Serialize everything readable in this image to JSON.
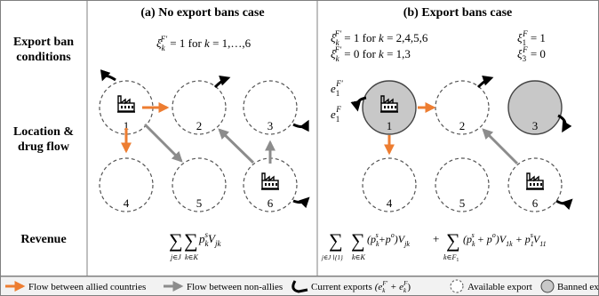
{
  "row_labels": {
    "export_ban_line1": "Export ban",
    "export_ban_line2": "conditions",
    "location_line1": "Location &",
    "location_line2": "drug flow",
    "revenue": "Revenue"
  },
  "panel_a": {
    "title": "(a) No export bans case",
    "condition": {
      "xi": "ξ",
      "sup": "F′",
      "sub": "k",
      "rest": " = 1 for ",
      "k": "k",
      "range": " = 1,…,6"
    },
    "nodes": [
      "1",
      "2",
      "3",
      "4",
      "5",
      "6"
    ],
    "revenue": {
      "sum1": "∑",
      "sum1_sub": "j∈J",
      "sum2": "∑",
      "sum2_sub": "k∈K",
      "term": "p",
      "term_sup": "s",
      "term_sub": "k",
      "v": "V",
      "v_sub": "jk"
    }
  },
  "panel_b": {
    "title": "(b) Export bans case",
    "conditions_left": [
      {
        "xi": "ξ",
        "sup": "F′",
        "sub": "k",
        "rest": " = 1 for ",
        "k": "k",
        "range": " = 2,4,5,6"
      },
      {
        "xi": "ξ",
        "sup": "F′",
        "sub": "k",
        "rest": " = 0 for ",
        "k": "k",
        "range": " = 1,3"
      }
    ],
    "conditions_right": [
      {
        "xi": "ξ",
        "sup": "F",
        "sub": "1",
        "rest": " = 1"
      },
      {
        "xi": "ξ",
        "sup": "F",
        "sub": "3",
        "rest": " = 0"
      }
    ],
    "node_labels": {
      "e_f_prime": "e",
      "e_f_prime_sub": "1",
      "e_f_prime_sup": "F′",
      "e_f": "e",
      "e_f_sub": "1",
      "e_f_sup": "F"
    },
    "nodes": [
      "1",
      "2",
      "3",
      "4",
      "5",
      "6"
    ],
    "revenue": {
      "sum1_sub": "j∈J∖{1}",
      "sum2_sub": "k∈K",
      "part1": "(p",
      "part1_sup": "s",
      "part1_sub": "k",
      "part1_rest": "+p",
      "part1_o": "o",
      "part1_close": ")V",
      "part1_vsub": "jk",
      "plus": "+",
      "sum3_sub": "k∈F",
      "sum3_sub2": "1",
      "part2": "(p",
      "part2_sup": "s",
      "part2_sub": "k",
      "part2_rest": " + p",
      "part2_o": "o",
      "part2_close": ")V",
      "part2_vsub": "1k",
      "part3": " + p",
      "part3_sup": "s",
      "part3_sub": "1",
      "part3_v": "V",
      "part3_vsub": "11"
    }
  },
  "legend": {
    "allied": "Flow between allied countries",
    "non_allied": "Flow between non-allies",
    "current_exports": "Current exports",
    "current_exports_formula": "(e",
    "ce_sub1": "k",
    "ce_sup1": "F′",
    "ce_plus": " + e",
    "ce_sub2": "k",
    "ce_sup2": "F",
    "ce_close": ")",
    "available_export": "Available export",
    "banned_export": "Banned export"
  },
  "colors": {
    "allied_arrow": "#ED7D31",
    "non_allied_arrow": "#8C8C8C",
    "banned_fill": "#C8C8C8",
    "legend_bg": "#F2F2F2",
    "border": "#808080"
  },
  "icons": {
    "factory": "factory-icon",
    "export": "curved-export-arrow-icon"
  }
}
